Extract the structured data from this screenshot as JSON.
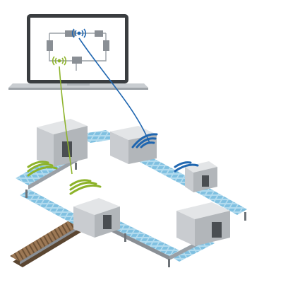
{
  "figure": {
    "icons": [
      "laptop-icon",
      "wireless-signal-icon",
      "conveyor-belt-icon",
      "machine-station-icon"
    ],
    "colors": {
      "background": "#ffffff",
      "laptop_frame": "#6f7378",
      "screen": "#ffffff",
      "circuit_component": "#8a8f95",
      "blue_link": "#1f66b0",
      "green_link": "#8db32a",
      "conveyor_top": "#b4dcef",
      "conveyor_cell": "#7fc0e0",
      "station_light": "#e3e5e7",
      "station_dark": "#b9bdc1",
      "belt_brown": "#8a6a4a"
    },
    "links": [
      {
        "from": "laptop-blue-sensor",
        "to": "station-blue-antenna",
        "color": "blue"
      },
      {
        "from": "laptop-green-sensor",
        "to": "station-green-antenna",
        "color": "green"
      }
    ],
    "stations": 5
  }
}
